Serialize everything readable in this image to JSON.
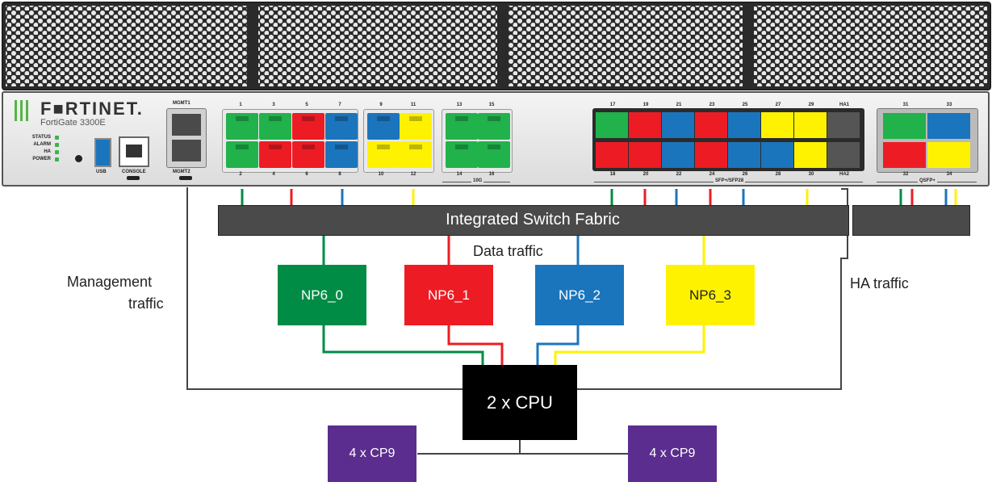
{
  "device": {
    "brand": "F■RTINET.",
    "model": "FortiGate 3300E",
    "leds": [
      "STATUS",
      "ALARM",
      "HA",
      "POWER"
    ],
    "usb_label": "USB",
    "console_label": "CONSOLE",
    "mgmt1_label": "MGMT1",
    "mgmt2_label": "MGMT2",
    "ports_top": [
      "1",
      "3",
      "5",
      "7",
      "9",
      "11",
      "13",
      "15"
    ],
    "ports_bottom": [
      "2",
      "4",
      "6",
      "8",
      "10",
      "12",
      "14",
      "16"
    ],
    "group_10g_label": "10G",
    "sfp_top": [
      "17",
      "19",
      "21",
      "23",
      "25",
      "27",
      "29",
      "HA1"
    ],
    "sfp_bottom": [
      "18",
      "20",
      "22",
      "24",
      "26",
      "28",
      "30",
      "HA2"
    ],
    "sfp_group_label": "SFP+/SFP28",
    "qsfp_top": [
      "31",
      "33"
    ],
    "qsfp_bottom": [
      "32",
      "34"
    ],
    "qsfp_group_label": "QSFP+"
  },
  "diagram": {
    "fabric_label": "Integrated Switch Fabric",
    "data_traffic_label": "Data traffic",
    "management_label_line1": "Management",
    "management_label_line2": "traffic",
    "ha_traffic_label": "HA traffic",
    "np": [
      "NP6_0",
      "NP6_1",
      "NP6_2",
      "NP6_3"
    ],
    "cpu": "2 x CPU",
    "cp9_left": "4 x CP9",
    "cp9_right": "4 x CP9"
  },
  "colors": {
    "np6_0": "#008c45",
    "np6_1": "#ed1c24",
    "np6_2": "#1b75bc",
    "np6_3": "#fff200",
    "cp9": "#5b2d8e",
    "fabric": "#4a4a4a",
    "wire": "#444444"
  }
}
